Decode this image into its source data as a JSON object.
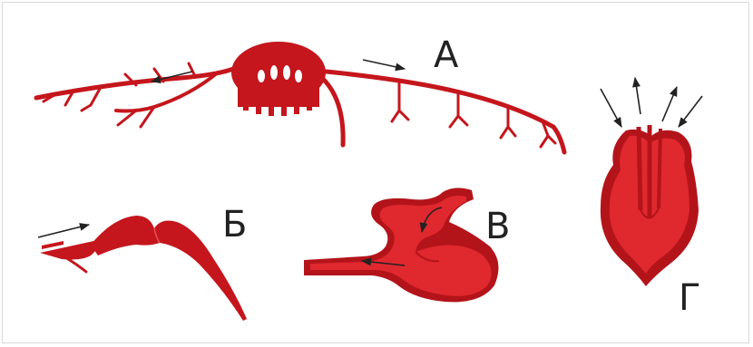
{
  "labels": {
    "a": "А",
    "b": "Б",
    "v": "В",
    "g": "Г"
  },
  "colors": {
    "vessel": "#c4161c",
    "heart_fill": "#e0282f",
    "heart_dark": "#b3141a",
    "arrow": "#222222",
    "letter": "#222222"
  }
}
